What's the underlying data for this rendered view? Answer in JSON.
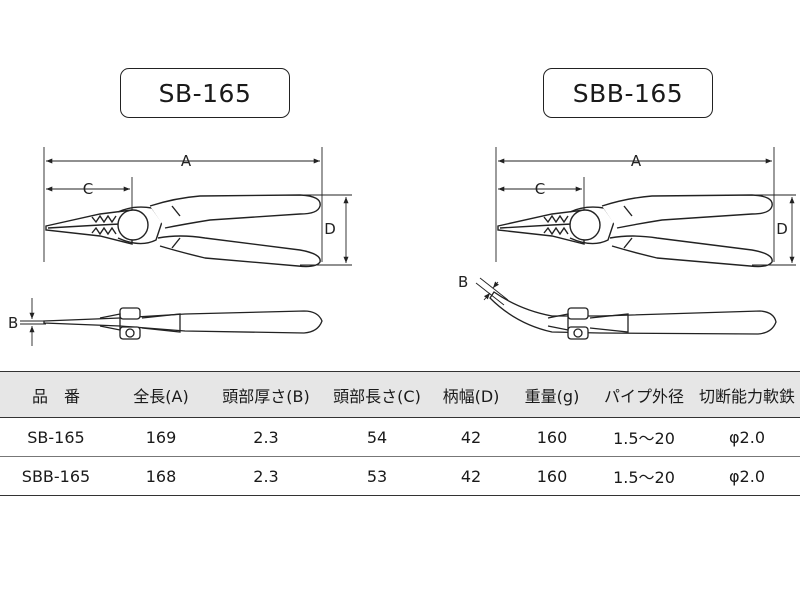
{
  "models": {
    "left": "SB-165",
    "right": "SBB-165"
  },
  "dimension_labels": {
    "a": "A",
    "b": "B",
    "c": "C",
    "d": "D"
  },
  "icons": [
    "pliers-top-view-drawing",
    "pliers-side-view-drawing",
    "bent-nose-pliers-side-view-drawing"
  ],
  "table": {
    "headers": [
      "品　番",
      "全長(A)",
      "頭部厚さ(B)",
      "頭部長さ(C)",
      "柄幅(D)",
      "重量(g)",
      "パイプ外径",
      "切断能力軟鉄"
    ],
    "rows": [
      [
        "SB-165",
        "169",
        "2.3",
        "54",
        "42",
        "160",
        "1.5～20",
        "φ2.0"
      ],
      [
        "SBB-165",
        "168",
        "2.3",
        "53",
        "42",
        "160",
        "1.5～20",
        "φ2.0"
      ]
    ]
  }
}
